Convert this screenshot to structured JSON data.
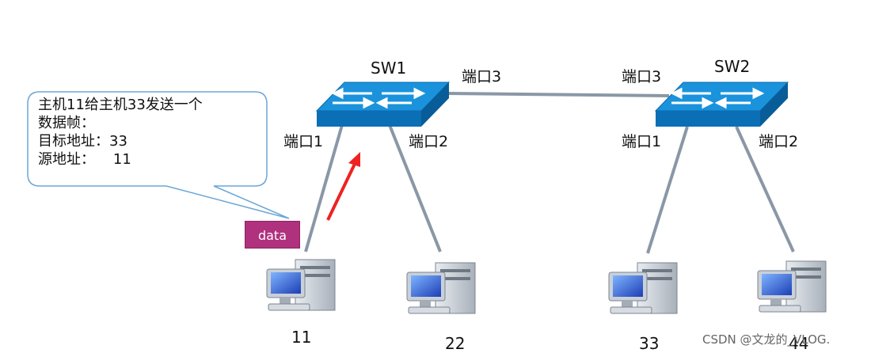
{
  "switches": [
    {
      "name": "SW1",
      "ports": {
        "p1": "端口1",
        "p2": "端口2",
        "p3": "端口3"
      }
    },
    {
      "name": "SW2",
      "ports": {
        "p1": "端口1",
        "p2": "端口2",
        "p3": "端口3"
      }
    }
  ],
  "hosts": [
    "11",
    "22",
    "33",
    "44"
  ],
  "callout": {
    "lines": [
      "主机11给主机33发送一个",
      "数据帧：",
      "目标地址：33",
      "源地址：    11"
    ]
  },
  "frame_tag": "data",
  "watermark": "CSDN @文龙的_VLOG.",
  "colors": {
    "switch_top": "#0d86d4",
    "switch_front": "#0a6fb5",
    "cable": "#8a97a6",
    "arrow": "#ee2222",
    "callout_border": "#6aa6d8",
    "frame_tag": "#b0317e"
  }
}
